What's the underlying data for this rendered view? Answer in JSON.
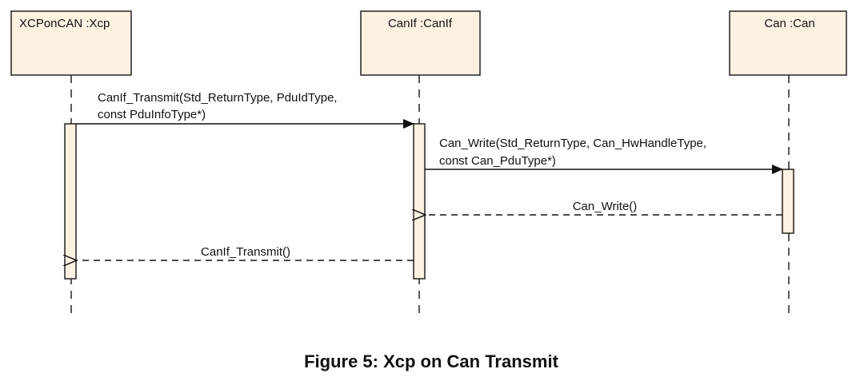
{
  "lifelines": [
    {
      "id": "xcp",
      "label": "XCPonCAN :Xcp"
    },
    {
      "id": "canif",
      "label": "CanIf :CanIf"
    },
    {
      "id": "can",
      "label": "Can :Can"
    }
  ],
  "messages": [
    {
      "id": "m1",
      "line1": "CanIf_Transmit(Std_ReturnType, PduIdType,",
      "line2": "const PduInfoType*)",
      "kind": "call"
    },
    {
      "id": "m2",
      "line1": "Can_Write(Std_ReturnType, Can_HwHandleType,",
      "line2": "const Can_PduType*)",
      "kind": "call"
    },
    {
      "id": "m3",
      "line1": "Can_Write()",
      "kind": "return"
    },
    {
      "id": "m4",
      "line1": "CanIf_Transmit()",
      "kind": "return"
    }
  ],
  "caption": "Figure 5: Xcp on Can Transmit",
  "colors": {
    "box_fill": "#fdf1e2",
    "stroke": "#222222"
  }
}
